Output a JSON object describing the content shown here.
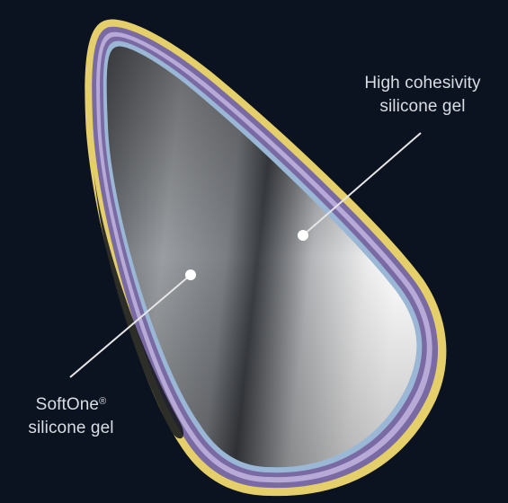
{
  "labels": {
    "high_cohesivity": {
      "line1": "High cohesivity",
      "line2": "silicone gel"
    },
    "softone": {
      "line1": "SoftOne",
      "mark": "®",
      "line2": "silicone gel"
    }
  },
  "colors": {
    "background": "#0b1220",
    "outer_shell": "#e4cf6a",
    "shell_layers": "#8f7fb4",
    "gel_highlight": "#f2f2f2",
    "gel_shadow": "#3a3d42"
  }
}
